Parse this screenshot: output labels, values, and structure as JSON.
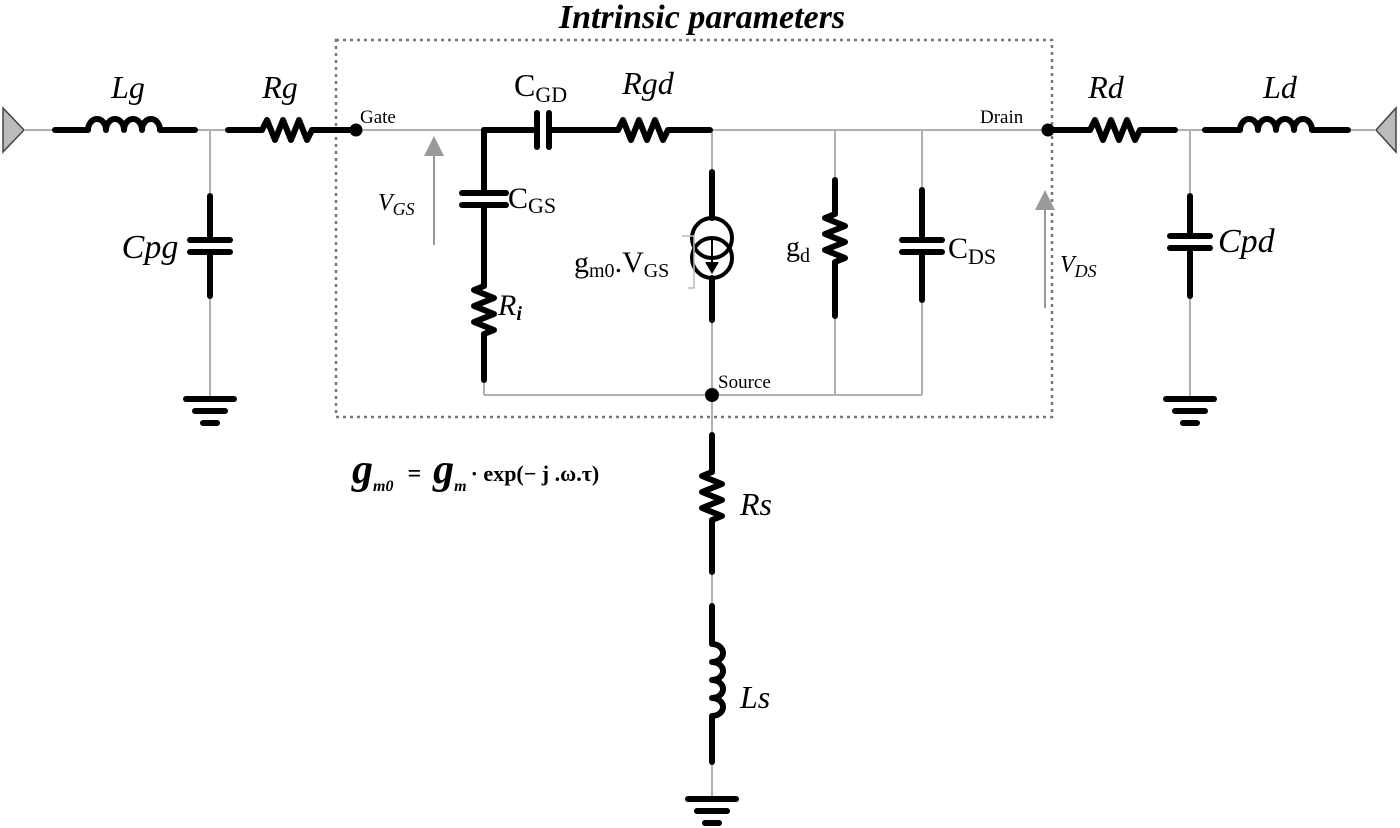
{
  "title": "Intrinsic parameters",
  "nodes": {
    "gate": "Gate",
    "drain": "Drain",
    "source": "Source"
  },
  "components": {
    "Lg": "Lg",
    "Rg": "Rg",
    "Cpg": "Cpg",
    "CGD": "C",
    "CGD_sub": "GD",
    "Rgd": "Rgd",
    "CGS": "C",
    "CGS_sub": "GS",
    "Ri": "R",
    "Ri_sub": "i",
    "gm_a": "g",
    "gm_a_sub": "m0",
    "gm_b": ".V",
    "gm_b_sub": "GS",
    "gd": "g",
    "gd_sub": "d",
    "CDS": "C",
    "CDS_sub": "DS",
    "Rd": "Rd",
    "Ld": "Ld",
    "Cpd": "Cpd",
    "Rs": "Rs",
    "Ls": "Ls"
  },
  "voltages": {
    "vgs": "V",
    "vgs_sub": "GS",
    "vds": "V",
    "vds_sub": "DS"
  },
  "equation": {
    "g1": "g",
    "g1_sub": "m0",
    "eq": "=",
    "g2": "g",
    "g2_sub": "m",
    "rest": "· exp(− j .ω.τ)"
  }
}
